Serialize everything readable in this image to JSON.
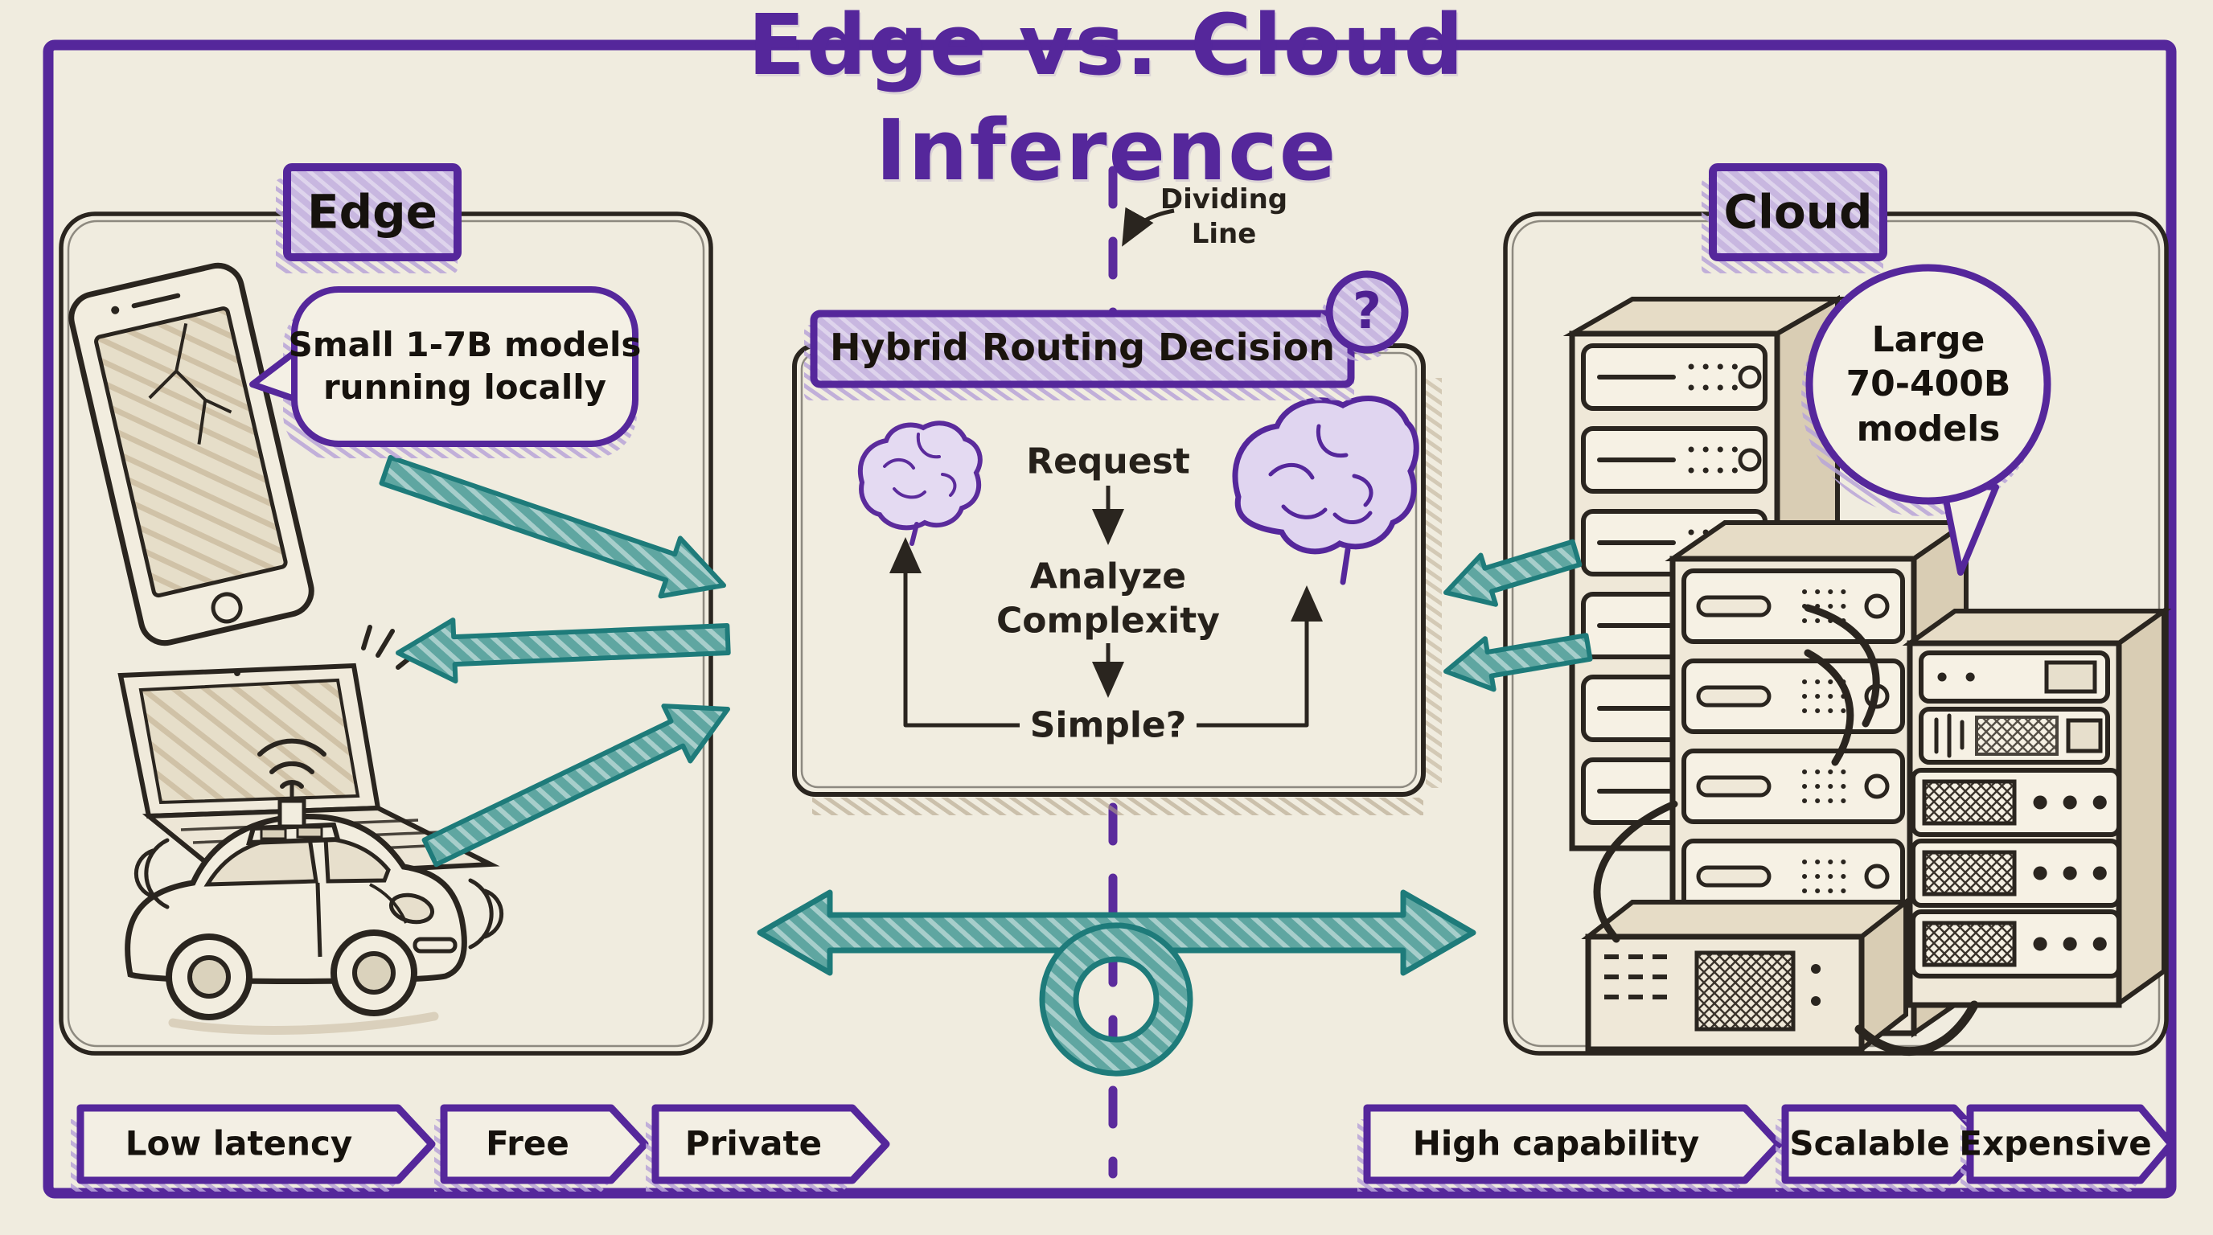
{
  "title": "Edge vs. Cloud Inference",
  "colors": {
    "background": "#F0ECDF",
    "purple": "#55279B",
    "lavender_fill": "#C8B7E0",
    "lavender_shadow": "#B9A5D8",
    "teal": "#5FA6A1",
    "teal_outline": "#1E7B7A",
    "ink": "#2A251F",
    "tan": "#C9BA9E"
  },
  "divider": {
    "label": "Dividing\nLine"
  },
  "edge": {
    "label": "Edge",
    "bubble": "Small 1-7B models\nrunning locally",
    "devices": [
      "smartphone",
      "laptop",
      "autonomous-car"
    ],
    "tags": [
      {
        "label": "Low latency"
      },
      {
        "label": "Free"
      },
      {
        "label": "Private"
      }
    ]
  },
  "cloud": {
    "label": "Cloud",
    "bubble": "Large\n70-400B\nmodels",
    "devices": [
      "server-rack-tall",
      "server-rack-middle",
      "server-rack-right",
      "server-box"
    ],
    "tags": [
      {
        "label": "High capability"
      },
      {
        "label": "Scalable"
      },
      {
        "label": "Expensive"
      }
    ]
  },
  "router": {
    "title": "Hybrid Routing Decision",
    "badge": "?",
    "steps": [
      {
        "label": "Request"
      },
      {
        "label": "Analyze\nComplexity"
      },
      {
        "label": "Simple?"
      }
    ],
    "brains": {
      "small": "small-model-brain",
      "large": "large-model-brain"
    }
  }
}
